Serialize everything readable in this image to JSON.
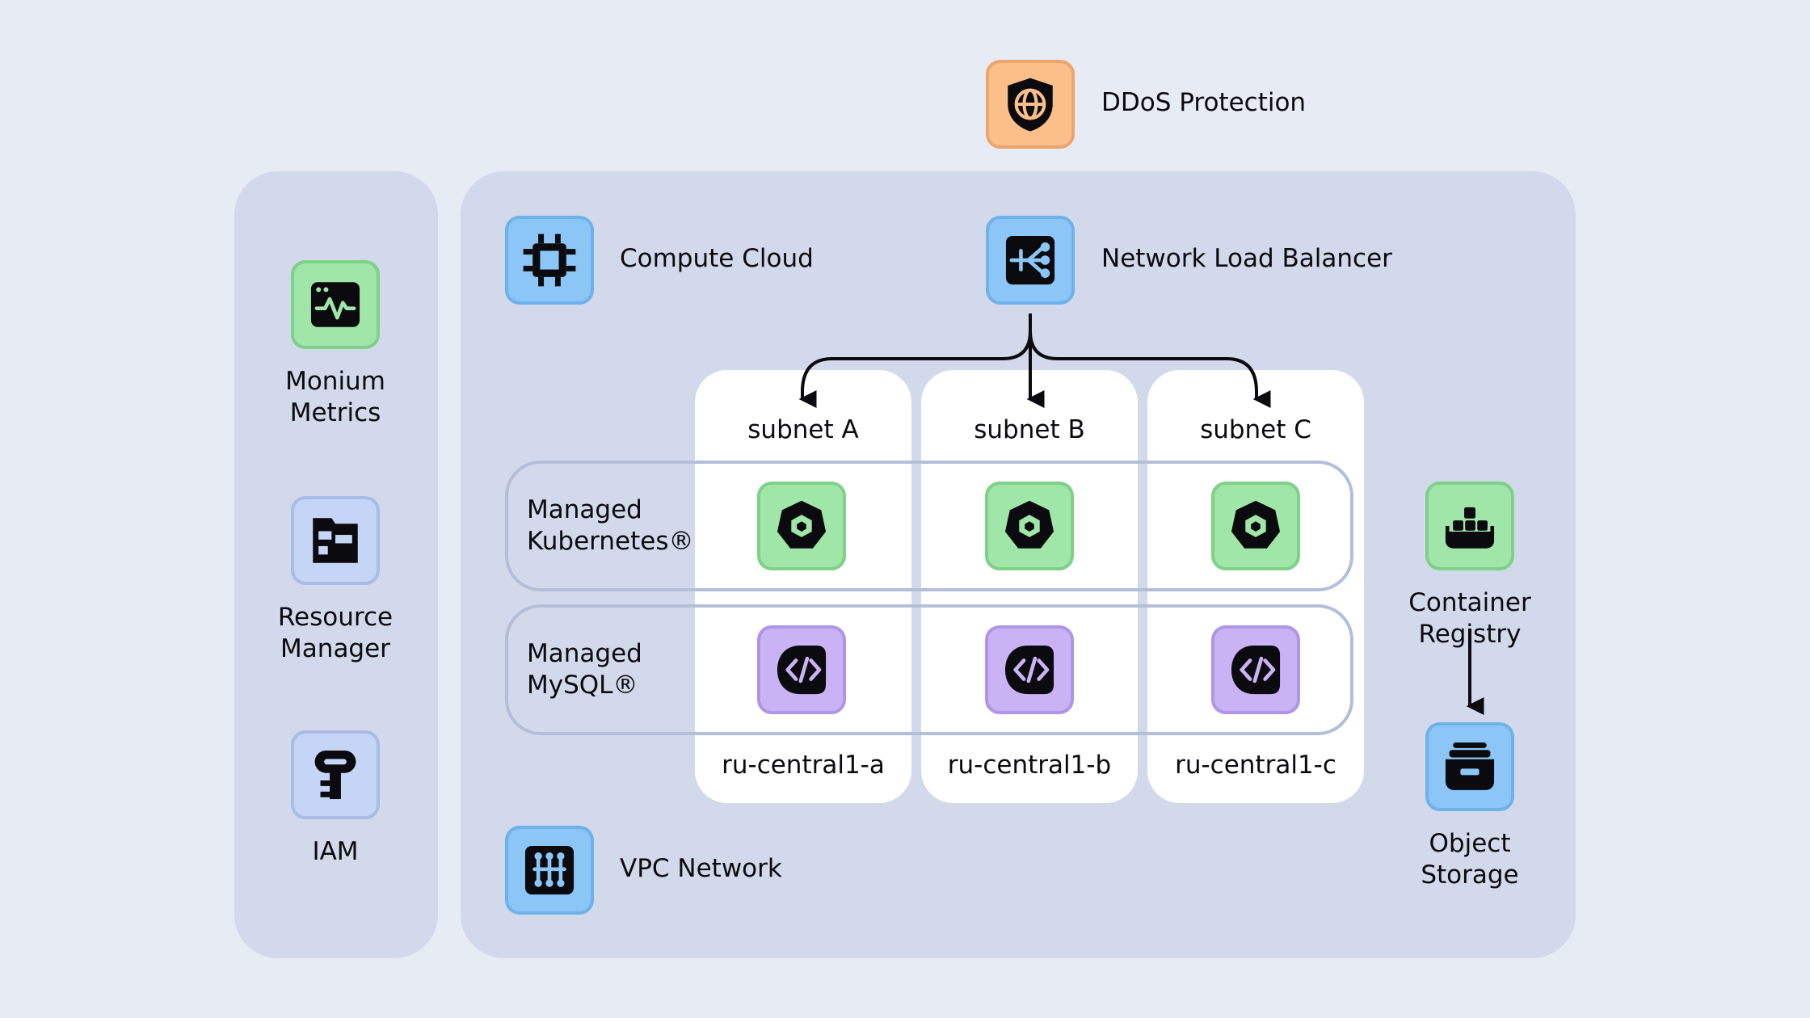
{
  "top": {
    "ddos": {
      "label": "DDoS Protection",
      "icon": "shield-globe-icon"
    }
  },
  "sidebar": {
    "items": [
      {
        "label": "Monium Metrics",
        "icon": "activity-monitor-icon"
      },
      {
        "label": "Resource Manager",
        "icon": "folder-grid-icon"
      },
      {
        "label": "IAM",
        "icon": "key-icon"
      }
    ]
  },
  "cloud": {
    "compute": {
      "label": "Compute Cloud",
      "icon": "chip-icon"
    },
    "nlb": {
      "label": "Network Load Balancer",
      "icon": "load-balancer-icon"
    },
    "vpc": {
      "label": "VPC Network",
      "icon": "network-icon"
    },
    "subnets": [
      "subnet A",
      "subnet B",
      "subnet C"
    ],
    "zones": [
      "ru-central1-a",
      "ru-central1-b",
      "ru-central1-c"
    ],
    "kubernetes": {
      "label": "Managed Kubernetes®",
      "icon": "kubernetes-icon"
    },
    "mysql": {
      "label": "Managed MySQL®",
      "icon": "database-code-icon"
    }
  },
  "right": {
    "registry": {
      "label": "Container Registry",
      "icon": "container-stack-icon"
    },
    "storage": {
      "label": "Object Storage",
      "icon": "archive-box-icon"
    }
  },
  "colors": {
    "background": "#e6ebf4",
    "panel": "#d2d9ea",
    "blue_tile": "#8cc6f6",
    "green_tile": "#9fe6a8",
    "purple_tile": "#c9b3f5",
    "orange_tile": "#fbbf8a",
    "lavender_tile": "#c5d5f5"
  }
}
